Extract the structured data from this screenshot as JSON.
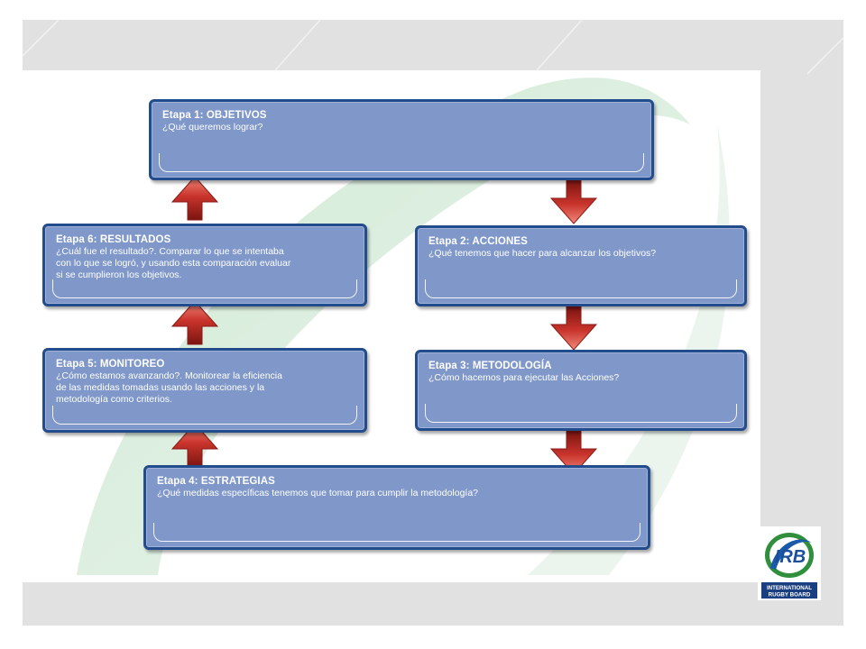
{
  "stages": [
    {
      "id": "etapa-1",
      "title": "Etapa 1: OBJETIVOS",
      "desc": "¿Qué queremos lograr?"
    },
    {
      "id": "etapa-2",
      "title": "Etapa 2: ACCIONES",
      "desc": "¿Qué tenemos que hacer para alcanzar los objetivos?"
    },
    {
      "id": "etapa-3",
      "title": "Etapa 3: METODOLOGÍA",
      "desc": "¿Cómo hacemos para ejecutar las Acciones?"
    },
    {
      "id": "etapa-4",
      "title": "Etapa 4: ESTRATEGIAS",
      "desc": "¿Qué medidas específicas tenemos que tomar para cumplir la metodología?"
    },
    {
      "id": "etapa-5",
      "title": "Etapa 5: MONITOREO",
      "desc_lines": [
        "¿Cómo estamos avanzando?. Monitorear la eficiencia",
        "de las medidas tomadas usando las acciones y la",
        "metodología como criterios."
      ]
    },
    {
      "id": "etapa-6",
      "title": "Etapa 6: RESULTADOS",
      "desc_lines": [
        "¿Cuál fue el resultado?. Comparar lo que se intentaba",
        "con lo que se logró, y usando esta comparación evaluar",
        "si se cumplieron los objetivos."
      ]
    }
  ],
  "logo": {
    "initials": "IRB",
    "line1": "INTERNATIONAL",
    "line2": "RUGBY BOARD"
  },
  "colors": {
    "box_fill": "#7f97c9",
    "box_border": "#234c8c",
    "arrow_red": "#c0302a",
    "swoosh_green": "#2e9e55"
  }
}
